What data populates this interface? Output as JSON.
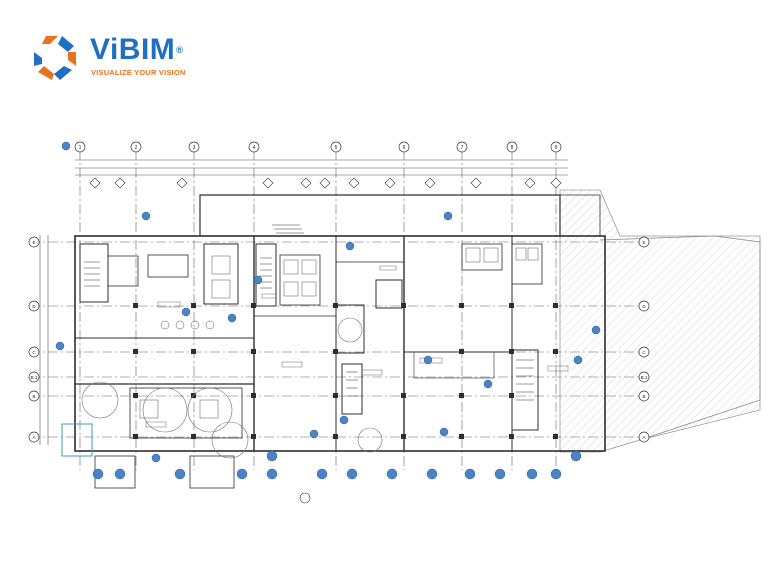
{
  "logo": {
    "word": "ViBIM",
    "registered": "®",
    "tagline": "VISUALIZE YOUR VISION",
    "icon": "vibim-logo-icon",
    "colors": {
      "blue": "#1f6fc2",
      "orange": "#e8731e"
    }
  },
  "plan": {
    "grid_columns": [
      "1",
      "2",
      "3",
      "4",
      "5",
      "6",
      "7",
      "8",
      "9"
    ],
    "grid_rows": [
      "E",
      "D",
      "C",
      "B.1",
      "B",
      "A"
    ],
    "colors": {
      "line": "#3b3b3b",
      "grid": "#555555",
      "marker": "#4a84c4",
      "hatch": "#cfcfcf"
    }
  }
}
